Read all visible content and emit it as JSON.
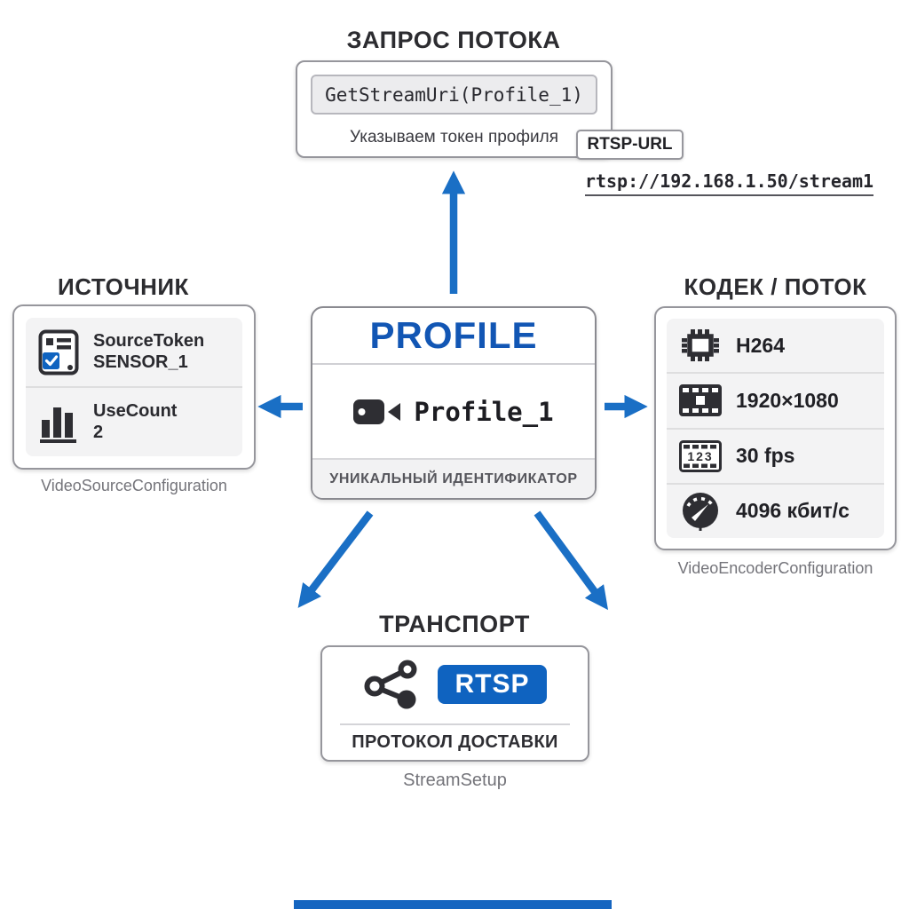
{
  "colors": {
    "accent": "#1256b4",
    "arrow": "#1a6fc5",
    "badge_blue": "#0f63c0",
    "bar_blue": "#1565c0",
    "dark": "#2d2d33",
    "muted": "#74747a"
  },
  "request": {
    "title": "ЗАПРОС ПОТОКА",
    "code": "GetStreamUri(Profile_1)",
    "note": "Указываем токен профиля",
    "result_label": "RTSP-URL",
    "result_url": "rtsp://192.168.1.50/stream1"
  },
  "source": {
    "title": "ИСТОЧНИК",
    "rows": [
      {
        "icon": "document-check-icon",
        "label": "SourceToken",
        "value": "SENSOR_1"
      },
      {
        "icon": "bar-chart-icon",
        "label": "UseCount",
        "value": "2"
      }
    ],
    "caption": "VideoSourceConfiguration"
  },
  "profile": {
    "title": "PROFILE",
    "name": "Profile_1",
    "footer": "УНИКАЛЬНЫЙ ИДЕНТИФИКАТОР"
  },
  "encoder": {
    "title": "КОДЕК / ПОТОК",
    "rows": [
      {
        "icon": "chip-icon",
        "value": "H264"
      },
      {
        "icon": "film-frame-icon",
        "value": "1920×1080"
      },
      {
        "icon": "framerate-icon",
        "value": "30 fps"
      },
      {
        "icon": "speedometer-icon",
        "value": "4096 кбит/с"
      }
    ],
    "caption": "VideoEncoderConfiguration"
  },
  "transport": {
    "title": "ТРАНСПОРТ",
    "protocol": "RTSP",
    "note": "ПРОТОКОЛ ДОСТАВКИ",
    "caption": "StreamSetup"
  }
}
